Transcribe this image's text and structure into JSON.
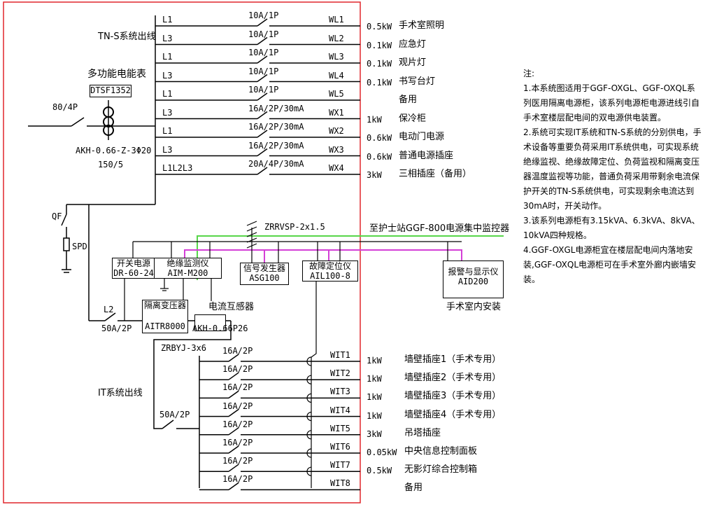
{
  "tn_title": "TN-S系统出线",
  "meter": {
    "title": "多功能电能表",
    "model": "DTSF1352"
  },
  "incoming": {
    "breaker": "80/4P",
    "ct_model": "AKH-0.66-Z-3Φ20",
    "ct_ratio": "150/5"
  },
  "tn_circuits": [
    {
      "phase": "L1",
      "breaker": "10A/1P",
      "code": "WL1",
      "load": "0.5kW",
      "desc": "手术室照明"
    },
    {
      "phase": "L3",
      "breaker": "10A/1P",
      "code": "WL2",
      "load": "0.1kW",
      "desc": "应急灯"
    },
    {
      "phase": "L1",
      "breaker": "10A/1P",
      "code": "WL3",
      "load": "0.1kW",
      "desc": "观片灯"
    },
    {
      "phase": "L3",
      "breaker": "10A/1P",
      "code": "WL4",
      "load": "0.1kW",
      "desc": "书写台灯"
    },
    {
      "phase": "L1",
      "breaker": "10A/1P",
      "code": "WL5",
      "load": "",
      "desc": "备用"
    },
    {
      "phase": "L3",
      "breaker": "16A/2P/30mA",
      "code": "WX1",
      "load": "1kW",
      "desc": "保冷柜"
    },
    {
      "phase": "L1",
      "breaker": "16A/2P/30mA",
      "code": "WX2",
      "load": "0.6kW",
      "desc": "电动门电源"
    },
    {
      "phase": "L3",
      "breaker": "16A/2P/30mA",
      "code": "WX3",
      "load": "0.6kW",
      "desc": "普通电源插座"
    },
    {
      "phase": "L1L2L3",
      "breaker": "20A/4P/30mA",
      "code": "WX4",
      "load": "3kW",
      "desc": "三相插座（备用）"
    }
  ],
  "qf": "QF",
  "spd": "SPD",
  "cable_signal": "ZRRVSP-2x1.5",
  "monitor_link": "至护士站GGF-800电源集中监控器",
  "boxes": {
    "psu": {
      "title": "开关电源",
      "model": "DR-60-24"
    },
    "insulation": {
      "title": "绝缘监测仪",
      "model": "AIM-M200"
    },
    "signal": {
      "title": "信号发生器",
      "model": "ASG100"
    },
    "fault": {
      "title": "故障定位仪",
      "model": "AIL100-8"
    },
    "alarm": {
      "title": "报警与显示仪",
      "model": "AID200"
    },
    "transformer": {
      "title": "隔离变压器",
      "model": "AITR8000"
    }
  },
  "alarm_note": "手术室内安装",
  "ct_label": "电流互感器",
  "ct2_model": "AKH-0.66P26",
  "l2": "L2",
  "breaker_50a": "50A/2P",
  "cable_it": "ZRBYJ-3x6",
  "it_title": "IT系统出线",
  "it_breaker_main": "50A/2P",
  "it_circuits": [
    {
      "breaker": "16A/2P",
      "code": "WIT1",
      "load": "1kW",
      "desc": "墙壁插座1（手术专用）"
    },
    {
      "breaker": "16A/2P",
      "code": "WIT2",
      "load": "1kW",
      "desc": "墙壁插座2（手术专用）"
    },
    {
      "breaker": "16A/2P",
      "code": "WIT3",
      "load": "1kW",
      "desc": "墙壁插座3（手术专用）"
    },
    {
      "breaker": "16A/2P",
      "code": "WIT4",
      "load": "1kW",
      "desc": "墙壁插座4（手术专用）"
    },
    {
      "breaker": "16A/2P",
      "code": "WIT5",
      "load": "3kW",
      "desc": "吊塔插座"
    },
    {
      "breaker": "16A/2P",
      "code": "WIT6",
      "load": "0.05kW",
      "desc": "中央信息控制面板"
    },
    {
      "breaker": "16A/2P",
      "code": "WIT7",
      "load": "0.5kW",
      "desc": "无影灯综合控制箱"
    },
    {
      "breaker": "16A/2P",
      "code": "WIT8",
      "load": "",
      "desc": "备用"
    }
  ],
  "notes": {
    "heading": "注:",
    "items": [
      "1.本系统图适用于GGF-OXGL、GGF-OXQL系列医用隔离电源柜，该系列电源柜电源进线引自手术室楼层配电间的双电源供电装置。",
      "2.系统可实现IT系统和TN-S系统的分别供电，手术设备等重要负荷采用IT系统供电，可实现系统绝缘监视、绝缘故障定位、负荷监视和隔离变压器温度监视等功能，普通负荷采用带剩余电流保护开关的TN-S系统供电，可实现剩余电流达到30mA时，开关动作。",
      "3.该系列电源柜有3.15kVA、6.3kVA、8kVA、10kVA四种规格。",
      "4.GGF-OXGL电源柜宜在楼层配电间内落地安装,GGF-OXQL电源柜可在手术室外廊内嵌墙安装。"
    ]
  },
  "colors": {
    "frame": "#e0262b",
    "signal_bus": "#58d64a",
    "monitor_bus": "#d43fd6",
    "line": "#000000"
  }
}
